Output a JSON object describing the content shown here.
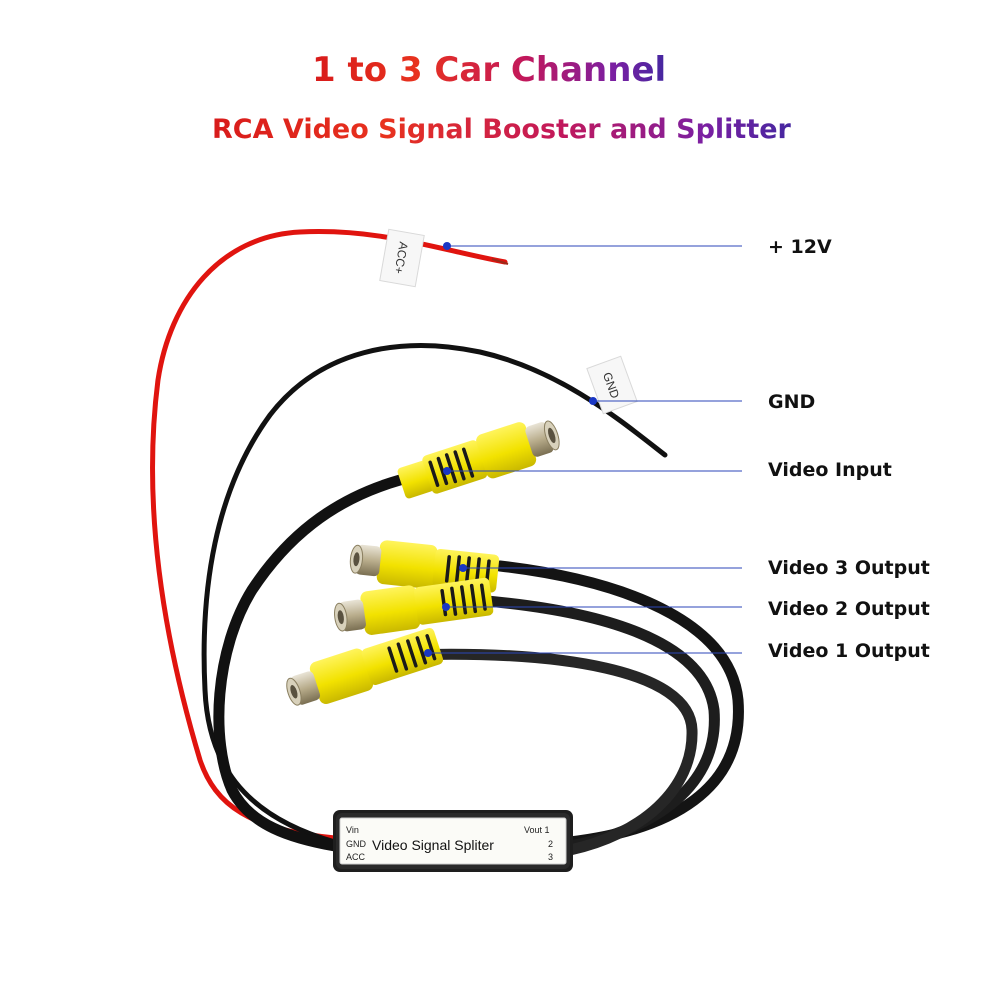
{
  "title": {
    "line1": "1 to 3 Car Channel",
    "line2": "RCA Video Signal Booster and Splitter"
  },
  "wire_tags": {
    "acc": "ACC+",
    "gnd": "GND"
  },
  "callouts": [
    {
      "id": "power",
      "label": "+ 12V"
    },
    {
      "id": "ground",
      "label": "GND"
    },
    {
      "id": "video-input",
      "label": "Video Input"
    },
    {
      "id": "video-3-output",
      "label": "Video 3 Output"
    },
    {
      "id": "video-2-output",
      "label": "Video 2 Output"
    },
    {
      "id": "video-1-output",
      "label": "Video 1 Output"
    }
  ],
  "splitter_box": {
    "name": "Video Signal Spliter",
    "left_pins": [
      "Vin",
      "GND",
      "ACC"
    ],
    "right_pins": [
      "Vout 1",
      "2",
      "3"
    ]
  },
  "colors": {
    "title_gradient": [
      "#d81b1b",
      "#c2185b",
      "#4527a0"
    ],
    "wire_red": "#e0140f",
    "wire_black": "#111111",
    "rca_yellow": "#f2e600",
    "callout_line": "#2b46b8"
  }
}
